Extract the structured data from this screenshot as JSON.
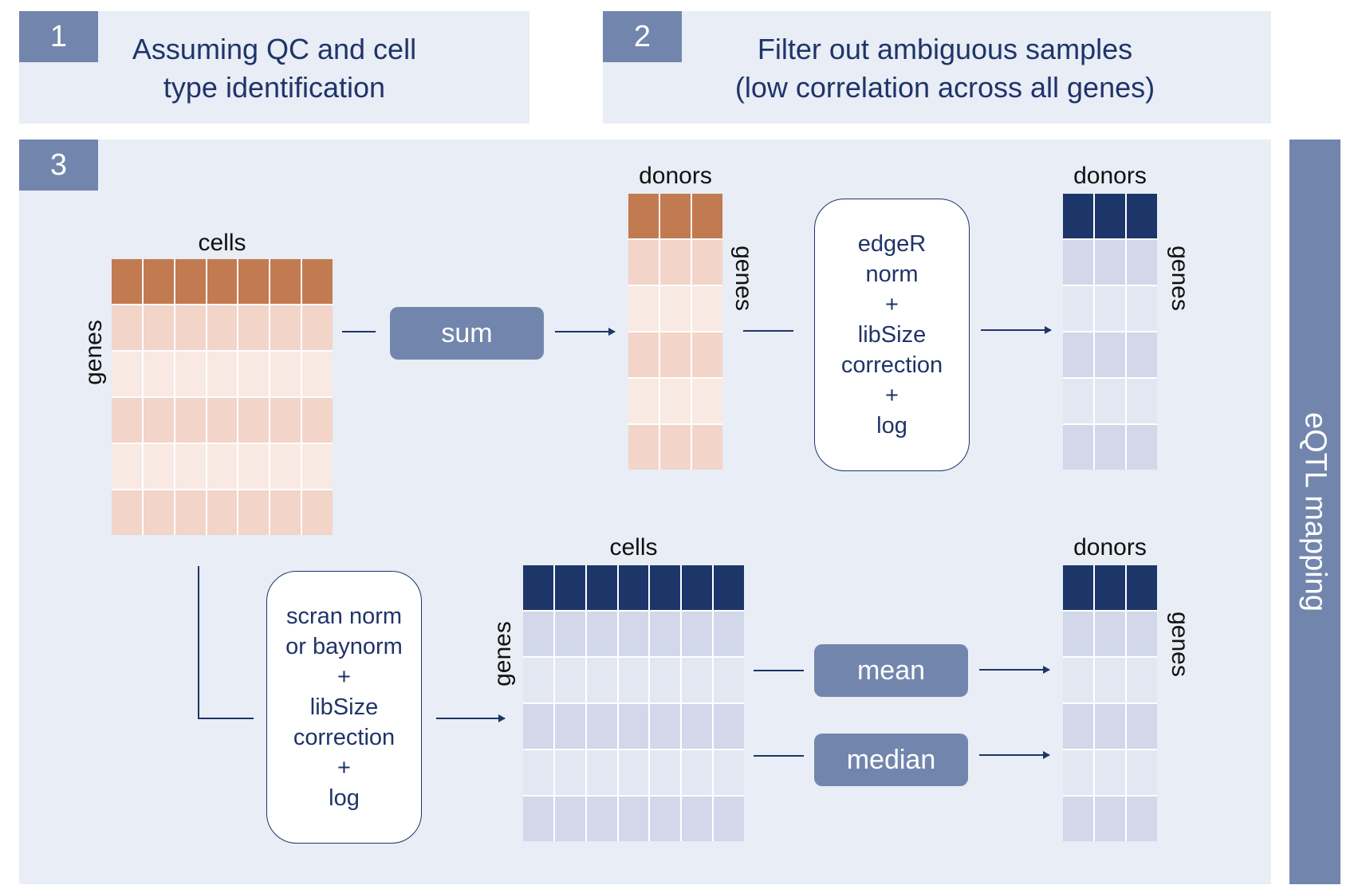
{
  "steps": [
    {
      "number": "1",
      "lines": [
        "Assuming QC and cell",
        "type identification"
      ]
    },
    {
      "number": "2",
      "lines": [
        "Filter out ambiguous samples",
        "(low correlation across all genes)"
      ]
    },
    {
      "number": "3"
    }
  ],
  "side_label": "eQTL mapping",
  "ops": {
    "sum": "sum",
    "mean": "mean",
    "median": "median"
  },
  "boxes": {
    "edger": [
      "edgeR",
      "norm",
      "+",
      "libSize",
      "correction",
      "+",
      "log"
    ],
    "scran": [
      "scran norm",
      "or baynorm",
      "+",
      "libSize",
      "correction",
      "+",
      "log"
    ]
  },
  "labels": {
    "cells": "cells",
    "donors": "donors",
    "genes": "genes"
  },
  "colors": {
    "panel": "#e8edf6",
    "accent": "#7286ad",
    "navy": "#1f3468",
    "raw_header": "#c27a50",
    "raw_dark": "#f2d4c8",
    "raw_light": "#f9e9e3",
    "norm_header": "#1d3669",
    "norm_dark": "#d2d8ea",
    "norm_light": "#e3e7f2"
  }
}
